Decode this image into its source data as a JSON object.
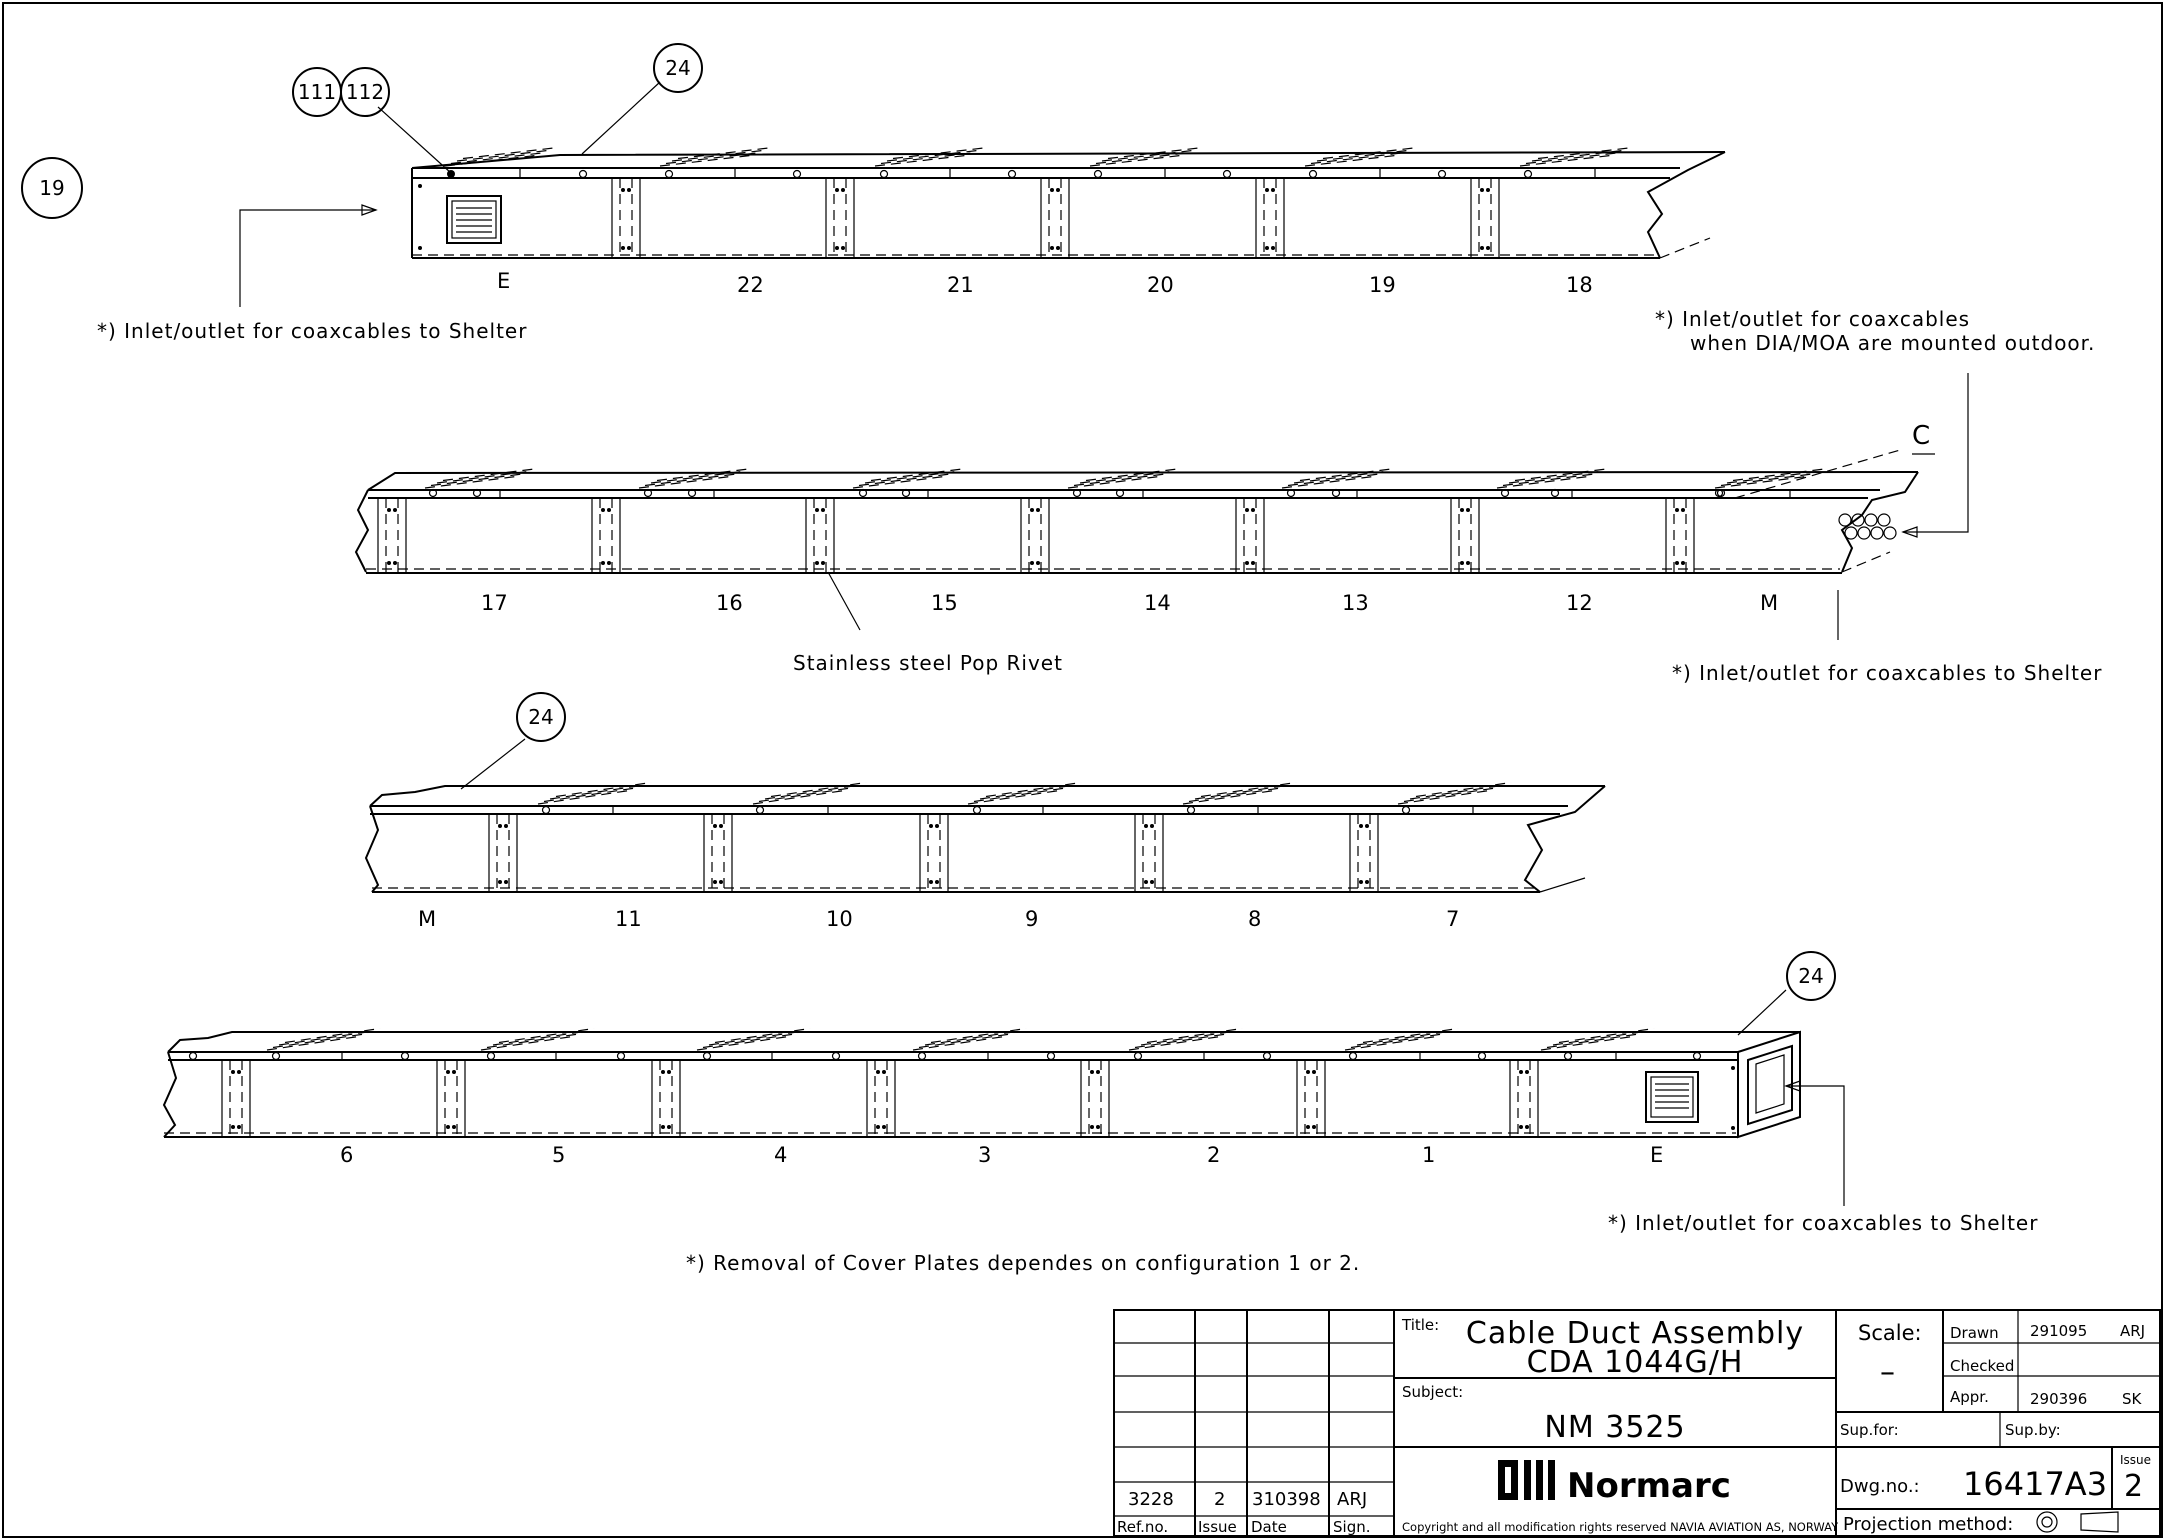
{
  "balloons": {
    "b19": "19",
    "b111": "111",
    "b112": "112",
    "b24a": "24",
    "b24b": "24",
    "b24c": "24"
  },
  "row1": {
    "sections": [
      "E",
      "22",
      "21",
      "20",
      "19",
      "18"
    ]
  },
  "row2": {
    "sections": [
      "17",
      "16",
      "15",
      "14",
      "13",
      "12",
      "M"
    ]
  },
  "row3": {
    "sections": [
      "M",
      "11",
      "10",
      "9",
      "8",
      "7"
    ]
  },
  "row4": {
    "sections": [
      "6",
      "5",
      "4",
      "3",
      "2",
      "1",
      "E"
    ]
  },
  "notes": {
    "inlet_shelter_1": "*) Inlet/outlet for coaxcables to Shelter",
    "inlet_outdoor_l1": "*) Inlet/outlet for coaxcables",
    "inlet_outdoor_l2": "when DIA/MOA are mounted outdoor.",
    "inlet_shelter_2": "*) Inlet/outlet for coaxcables to Shelter",
    "pop_rivet": "Stainless steel Pop Rivet",
    "inlet_shelter_3": "*) Inlet/outlet for coaxcables to Shelter",
    "removal": "*) Removal of Cover Plates dependes on configuration 1 or 2.",
    "centerline": "C"
  },
  "title_block": {
    "revision": {
      "refno": "3228",
      "issue": "2",
      "date": "310398",
      "sign": "ARJ"
    },
    "rev_headers": {
      "refno": "Ref.no.",
      "issue": "Issue",
      "date": "Date",
      "sign": "Sign."
    },
    "title_label": "Title:",
    "title_line1": "Cable Duct Assembly",
    "title_line2": "CDA 1044G/H",
    "subject_label": "Subject:",
    "subject": "NM 3525",
    "company": "Normarc",
    "copyright": "Copyright and all modification rights reserved NAVIA AVIATION AS, NORWAY",
    "scale_label": "Scale:",
    "scale_value": "–",
    "drawn_label": "Drawn",
    "drawn_date": "291095",
    "drawn_sign": "ARJ",
    "checked_label": "Checked",
    "appr_label": "Appr.",
    "appr_date": "290396",
    "appr_sign": "SK",
    "supfor_label": "Sup.for:",
    "supby_label": "Sup.by:",
    "dwgno_label": "Dwg.no.:",
    "dwgno": "16417A3",
    "issue_label": "Issue",
    "issue_value": "2",
    "projection_label": "Projection method:"
  }
}
